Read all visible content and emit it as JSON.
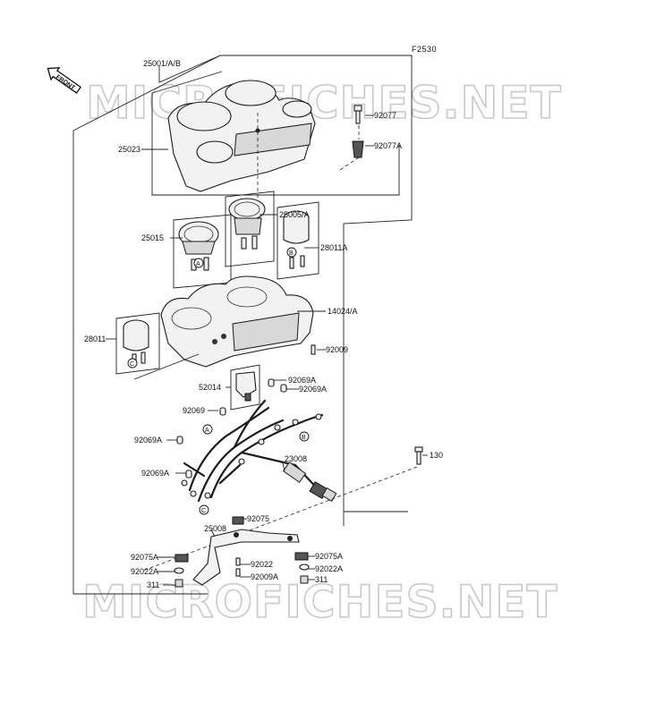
{
  "diagram": {
    "figure_code": "F2530",
    "front_badge": "FRONT",
    "watermark_top": "MICROFICHES.NET",
    "watermark_bottom": "MICROFICHES.NET",
    "callouts": [
      {
        "id": "25001",
        "text": "25001/A/B"
      },
      {
        "id": "92077",
        "text": "92077"
      },
      {
        "id": "92077a",
        "text": "92077A"
      },
      {
        "id": "25023",
        "text": "25023"
      },
      {
        "id": "25005",
        "text": "25005/A"
      },
      {
        "id": "25015",
        "text": "25015"
      },
      {
        "id": "28011a",
        "text": "28011A"
      },
      {
        "id": "14024",
        "text": "14024/A"
      },
      {
        "id": "28011",
        "text": "28011"
      },
      {
        "id": "92009",
        "text": "92009"
      },
      {
        "id": "92069a-1",
        "text": "92069A"
      },
      {
        "id": "92069a-2",
        "text": "92069A"
      },
      {
        "id": "52014",
        "text": "52014"
      },
      {
        "id": "92069",
        "text": "92069"
      },
      {
        "id": "92069a-3",
        "text": "92069A"
      },
      {
        "id": "130",
        "text": "130"
      },
      {
        "id": "23008",
        "text": "23008"
      },
      {
        "id": "92069a-4",
        "text": "92069A"
      },
      {
        "id": "92075",
        "text": "92075"
      },
      {
        "id": "25008",
        "text": "25008"
      },
      {
        "id": "92075a-l",
        "text": "92075A"
      },
      {
        "id": "92075a-r",
        "text": "92075A"
      },
      {
        "id": "92022",
        "text": "92022"
      },
      {
        "id": "92022a-l",
        "text": "92022A"
      },
      {
        "id": "92022a-r",
        "text": "92022A"
      },
      {
        "id": "92009a",
        "text": "92009A"
      },
      {
        "id": "311-l",
        "text": "311"
      },
      {
        "id": "311-r",
        "text": "311"
      }
    ],
    "markers": [
      {
        "id": "a1",
        "text": "A"
      },
      {
        "id": "b1",
        "text": "B"
      },
      {
        "id": "c1",
        "text": "C"
      },
      {
        "id": "a2",
        "text": "A"
      },
      {
        "id": "b2",
        "text": "B"
      },
      {
        "id": "c2",
        "text": "C"
      }
    ]
  }
}
